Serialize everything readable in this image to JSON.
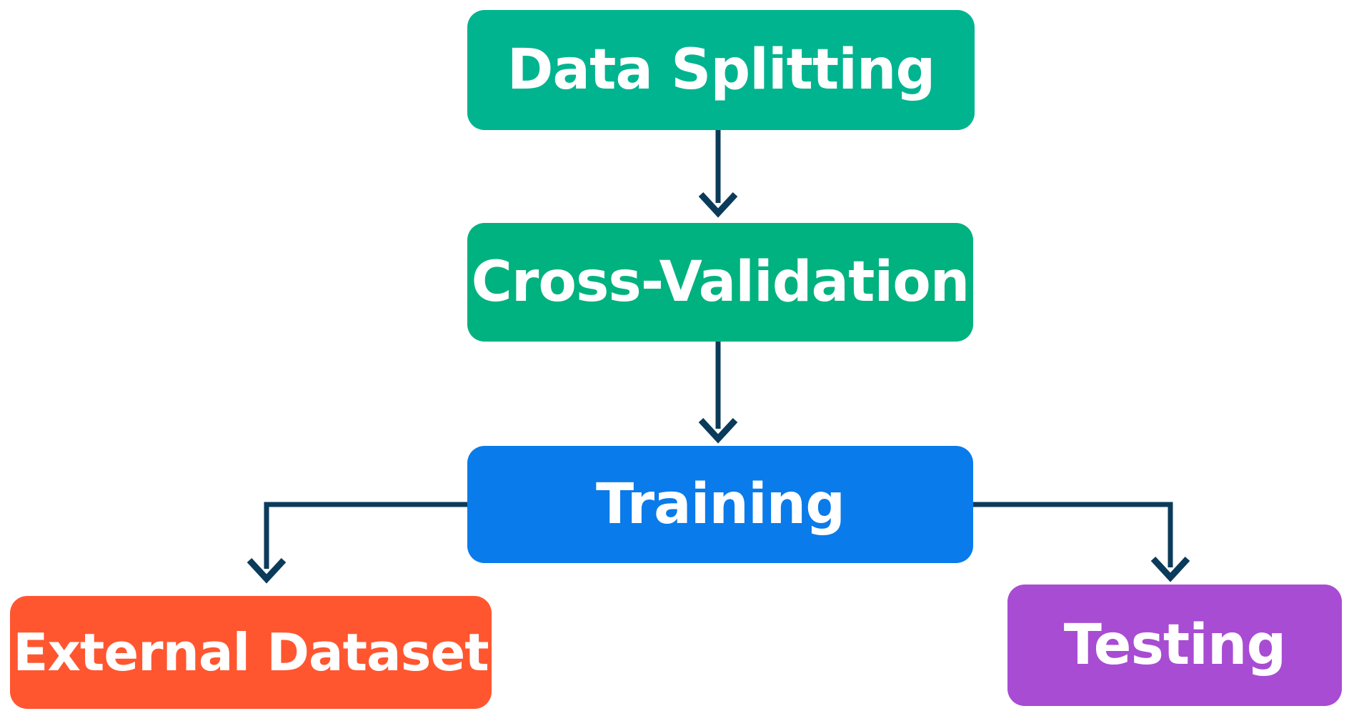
{
  "colors": {
    "data_splitting": "#00B48F",
    "cross_validation": "#00B27F",
    "training": "#0A7BEA",
    "external_dataset": "#FF5630",
    "testing": "#A84CD3",
    "connector": "#0B3B5A"
  },
  "nodes": {
    "data_splitting": {
      "label": "Data Splitting"
    },
    "cross_validation": {
      "label": "Cross-Validation"
    },
    "training": {
      "label": "Training"
    },
    "external_dataset": {
      "label": "External Dataset"
    },
    "testing": {
      "label": "Testing"
    }
  },
  "edges": [
    {
      "from": "data_splitting",
      "to": "cross_validation"
    },
    {
      "from": "cross_validation",
      "to": "training"
    },
    {
      "from": "training",
      "to": "external_dataset"
    },
    {
      "from": "training",
      "to": "testing"
    }
  ]
}
